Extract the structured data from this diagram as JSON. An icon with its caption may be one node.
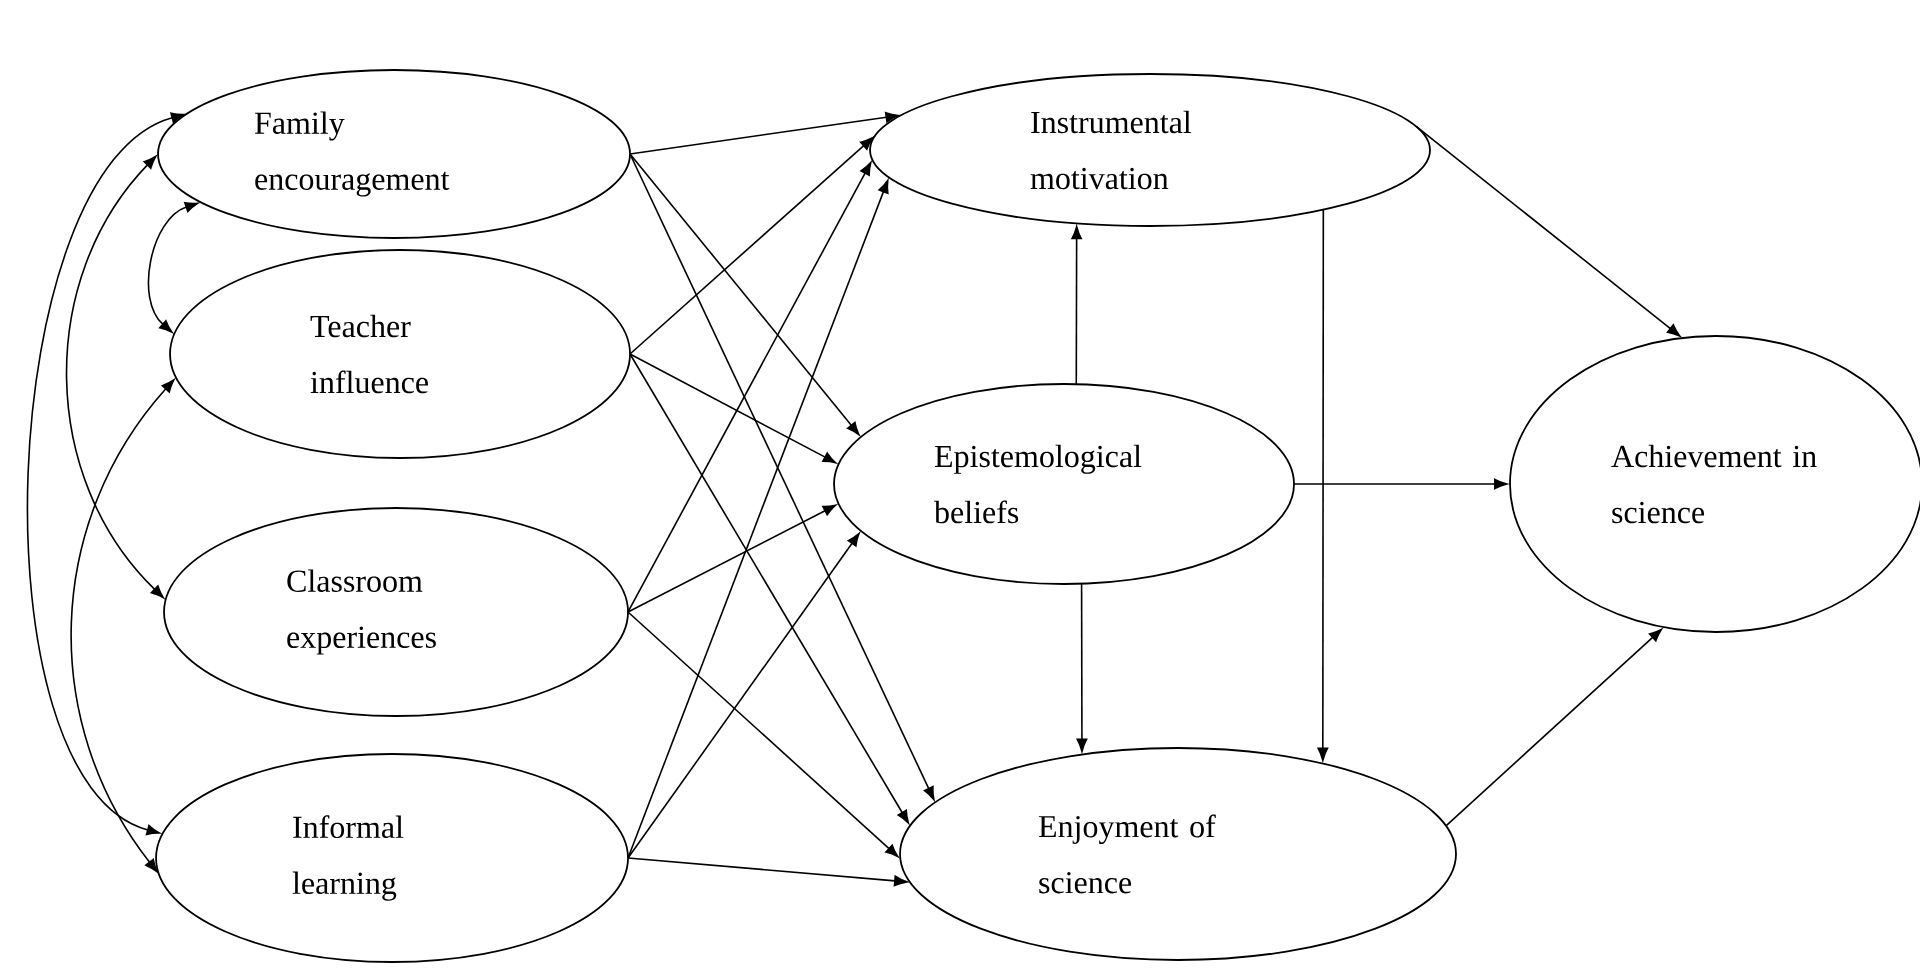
{
  "diagram": {
    "nodes": [
      {
        "text": [
          "Family encouragement"
        ]
      },
      {
        "text": [
          "Teacher influence"
        ]
      },
      {
        "text": [
          "Classroom experiences"
        ]
      },
      {
        "text": [
          "Informal learning"
        ]
      },
      {
        "text": [
          "Instrumental motivation"
        ]
      },
      {
        "text": [
          "Epistemological beliefs"
        ]
      },
      {
        "text": [
          "Enjoyment of science"
        ]
      },
      {
        "text": [
          "Achievement in science"
        ]
      }
    ],
    "edges": [
      {
        "from": 0,
        "to": 1,
        "arrow": "both"
      },
      {
        "from": 0,
        "to": 2,
        "arrow": "both"
      },
      {
        "from": 0,
        "to": 3,
        "arrow": "both"
      },
      {
        "from": 1,
        "to": 3,
        "arrow": "both"
      },
      {
        "from": 0,
        "to": 4,
        "arrow": "to"
      },
      {
        "from": 0,
        "to": 5,
        "arrow": "to"
      },
      {
        "from": 0,
        "to": 6,
        "arrow": "to"
      },
      {
        "from": 1,
        "to": 4,
        "arrow": "to"
      },
      {
        "from": 1,
        "to": 5,
        "arrow": "to"
      },
      {
        "from": 1,
        "to": 6,
        "arrow": "to"
      },
      {
        "from": 2,
        "to": 4,
        "arrow": "to"
      },
      {
        "from": 2,
        "to": 5,
        "arrow": "to"
      },
      {
        "from": 2,
        "to": 6,
        "arrow": "to"
      },
      {
        "from": 3,
        "to": 4,
        "arrow": "to"
      },
      {
        "from": 3,
        "to": 5,
        "arrow": "to"
      },
      {
        "from": 3,
        "to": 6,
        "arrow": "to"
      },
      {
        "from": 5,
        "to": 4,
        "arrow": "to"
      },
      {
        "from": 5,
        "to": 6,
        "arrow": "to"
      },
      {
        "from": 4,
        "to": 6,
        "arrow": "to"
      },
      {
        "from": 5,
        "to": 7,
        "arrow": "to"
      },
      {
        "from": 4,
        "to": 7,
        "arrow": "to"
      },
      {
        "from": 6,
        "to": 7,
        "arrow": "to"
      }
    ]
  }
}
